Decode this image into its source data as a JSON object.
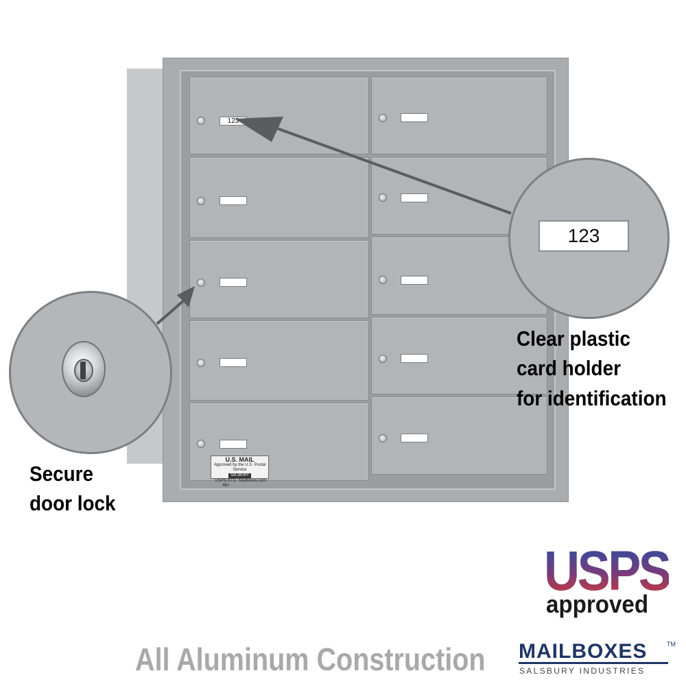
{
  "mailbox": {
    "sample_number": "123",
    "plate_title": "U.S. MAIL",
    "plate_line1": "Approved by the U.S. Postal Service",
    "plate_brand": "SALSBURY",
    "plate_left": "USPS-STD-4B+",
    "plate_right": "Mailboxes.com"
  },
  "callouts": {
    "card_holder_number": "123",
    "card_holder_label_line1": "Clear plastic",
    "card_holder_label_line2": "card holder",
    "card_holder_label_line3": "for identification",
    "lock_label_line1": "Secure",
    "lock_label_line2": "door lock"
  },
  "caption": "All Aluminum Construction",
  "usps_logo": {
    "word": "USPS",
    "tagline": "approved"
  },
  "brand": {
    "name": "MAILBOXES",
    "trademark": "TM",
    "subtitle": "SALSBURY INDUSTRIES"
  },
  "colors": {
    "aluminum": "#b2b5b8",
    "caption_gray": "#a9a9a9",
    "usps_blue": "#2e4da0",
    "usps_red": "#d23a37",
    "brand_navy": "#1f3566"
  }
}
